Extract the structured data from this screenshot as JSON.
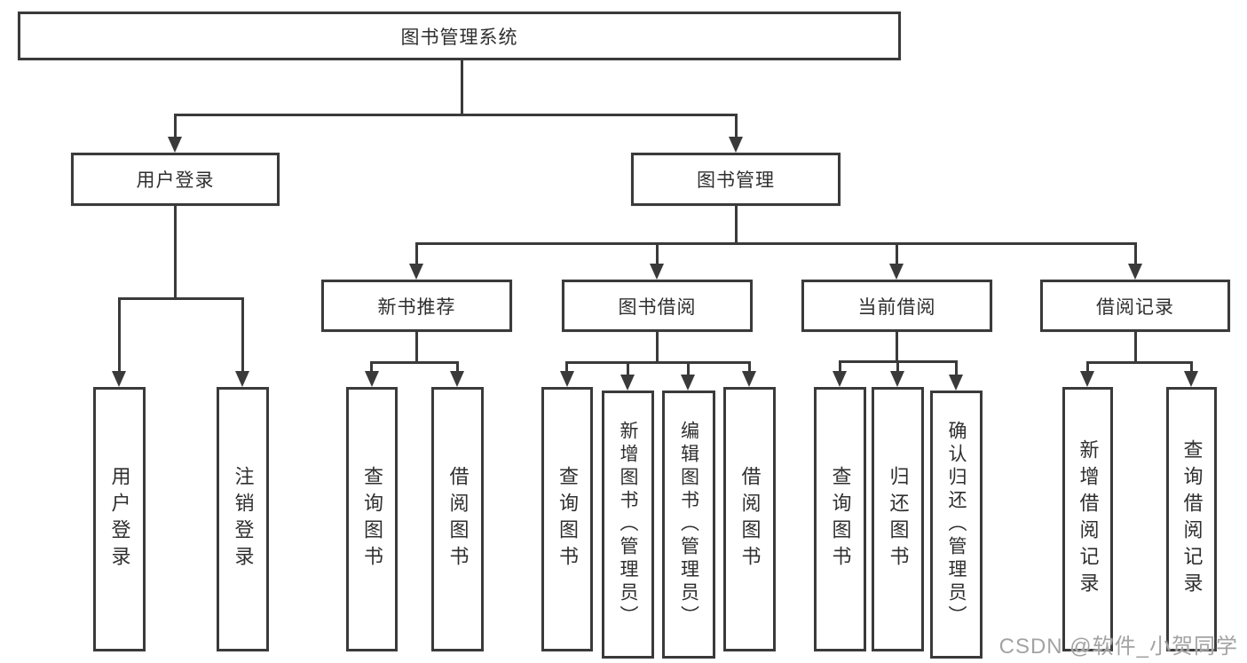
{
  "diagram": {
    "root": {
      "label": "图书管理系统"
    },
    "level2": [
      {
        "label": "用户登录"
      },
      {
        "label": "图书管理"
      }
    ],
    "level3": [
      {
        "label": "新书推荐"
      },
      {
        "label": "图书借阅"
      },
      {
        "label": "当前借阅"
      },
      {
        "label": "借阅记录"
      }
    ],
    "leaves": {
      "user_login": "用户登录",
      "logout": "注销登录",
      "rec_query_books": "查询图书",
      "rec_borrow_books": "借阅图书",
      "bb_query_books": "查询图书",
      "bb_add_books_admin": "新增图书（管理员）",
      "bb_edit_books_admin": "编辑图书（管理员）",
      "bb_borrow_books": "借阅图书",
      "cb_query_books": "查询图书",
      "cb_return_books": "归还图书",
      "cb_confirm_return_admin": "确认归还（管理员）",
      "br_add_record": "新增借阅记录",
      "br_query_record": "查询借阅记录"
    },
    "watermark": "CSDN @软件_小贺同学",
    "colors": {
      "line": "#3a3a3a",
      "text": "#2f2f2f",
      "box_bg": "#ffffff",
      "watermark": "#a3a3a3"
    }
  }
}
